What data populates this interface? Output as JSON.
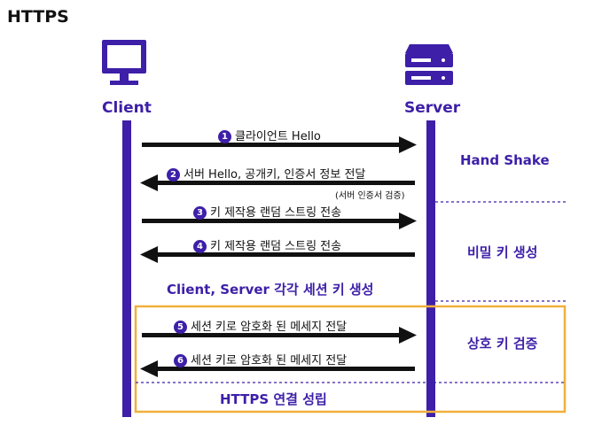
{
  "title": "HTTPS",
  "client": {
    "label": "Client"
  },
  "server": {
    "label": "Server"
  },
  "messages": [
    {
      "num": "1",
      "text": "클라이언트 Hello"
    },
    {
      "num": "2",
      "text": "서버 Hello, 공개키, 인증서 정보 전달",
      "note": "(서버 인증서 검증)"
    },
    {
      "num": "3",
      "text": "키 제작용 랜덤 스트링 전송"
    },
    {
      "num": "4",
      "text": "키 제작용 랜덤 스트링 전송"
    },
    {
      "num": "5",
      "text": "세션 키로 암호화 된 메세지 전달"
    },
    {
      "num": "6",
      "text": "세션 키로 암호화 된 메세지 전달"
    }
  ],
  "phases": {
    "handshake": "Hand Shake",
    "secret_key": "비밀 키 생성",
    "verify_key": "상호 키 검증"
  },
  "session_key_text": "Client, Server 각각 세션 키 생성",
  "connected_text": "HTTPS 연결 성립",
  "colors": {
    "accent": "#3d1fa8",
    "box": "#f0b03c",
    "arrow": "#111111"
  }
}
